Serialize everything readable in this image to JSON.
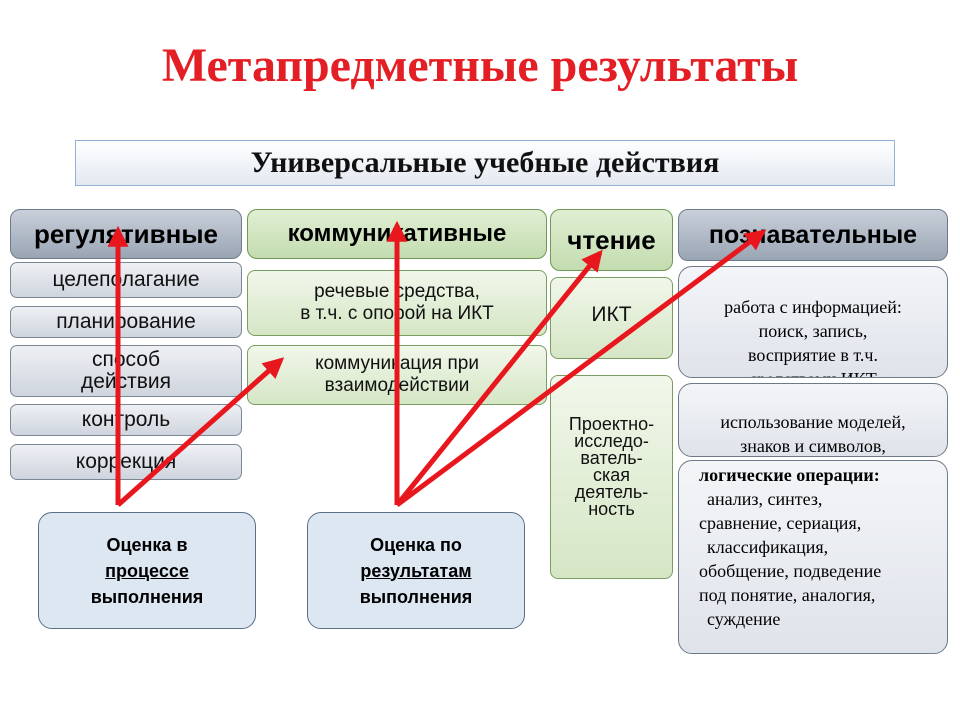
{
  "title": "Метапредметные результаты",
  "subtitle": "Универсальные учебные действия",
  "regulative": {
    "header": "регулятивные",
    "items": [
      "целеполагание",
      "планирование",
      "способ действия",
      "контроль",
      "коррекция"
    ]
  },
  "communicative": {
    "header": "коммуникативные",
    "items": [
      "речевые средства,\nв т.ч. с опорой на ИКТ",
      "коммуникация при\nвзаимодействии"
    ]
  },
  "reading": {
    "header": "чтение",
    "items": [
      "ИКТ",
      "Проектно-\nисследо-\nватель-\nская\nдеятель-\nность"
    ]
  },
  "cognitive": {
    "header": "познавательные",
    "items": [
      "работа с информацией:\nпоиск, запись,\nвосприятие в т.ч.\nсредствами  ИКТ",
      "использование моделей,\nзнаков и символов,\nсхем"
    ],
    "logic": {
      "heading": "логические операции:",
      "lines": [
        "анализ, синтез,",
        "сравнение, сериация,",
        "классификация,",
        "обобщение, подведение",
        "под понятие, аналогия,",
        "суждение"
      ]
    }
  },
  "assessment": {
    "process": {
      "line1": "Оценка в",
      "line2": "процессе",
      "line3": "выполнения"
    },
    "results": {
      "line1": "Оценка по",
      "line2": "результатам",
      "line3": "выполнения"
    }
  },
  "colors": {
    "title": "#e31e24",
    "arrow": "#e8161d"
  }
}
